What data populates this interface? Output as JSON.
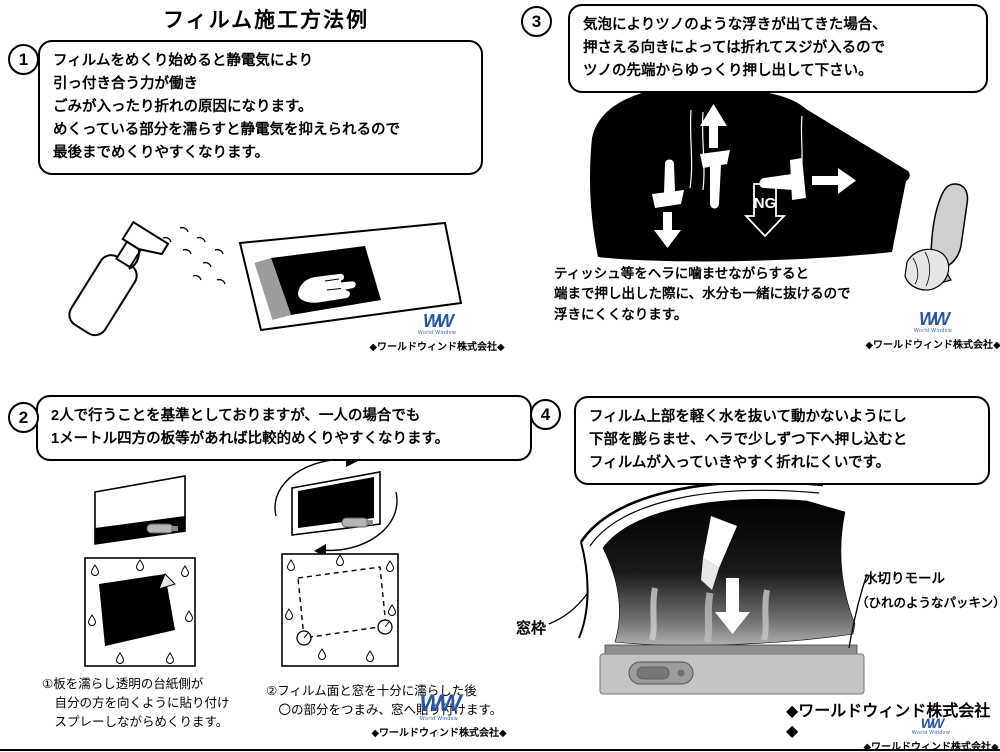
{
  "title": "フィルム施工方法例",
  "brand": {
    "logo_text": "WW",
    "logo_sub": "World Window",
    "company": "◆ワールドウィンド株式会社◆"
  },
  "steps": {
    "step1": {
      "number": "1",
      "bubble": "フィルムをめくり始めると静電気により\n引っ付き合う力が働き\nごみが入ったり折れの原因になります。\nめくっている部分を濡らすと静電気を抑えられるので\n最後までめくりやすくなります。"
    },
    "step2": {
      "number": "2",
      "bubble": "2人で行うことを基準としておりますが、一人の場合でも\n1メートル四方の板等があれば比較的めくりやすくなります。",
      "caption1": "①板を濡らし透明の台紙側が\n　自分の方を向くように貼り付け\n　スプレーしながらめくります。",
      "caption2": "②フィルム面と窓を十分に濡らした後\n　〇の部分をつまみ、窓へ貼り付けます。"
    },
    "step3": {
      "number": "3",
      "bubble": "気泡によりツノのような浮きが出てきた場合、\n押さえる向きによっては折れてスジが入るので\nツノの先端からゆっくり押し出して下さい。",
      "ng_label": "NG",
      "caption": "ティッシュ等をヘラに噛ませながらすると\n端まで押し出した際に、水分も一緒に抜けるので\n浮きにくくなります。"
    },
    "step4": {
      "number": "4",
      "bubble": "フィルム上部を軽く水を抜いて動かないようにし\n下部を膨らませ、ヘラで少しずつ下へ押し込むと\nフィルムが入っていきやすく折れにくいです。",
      "label_window_frame": "窓枠",
      "label_molding_1": "水切りモール",
      "label_molding_2": "（ひれのようなパッキン）"
    }
  }
}
